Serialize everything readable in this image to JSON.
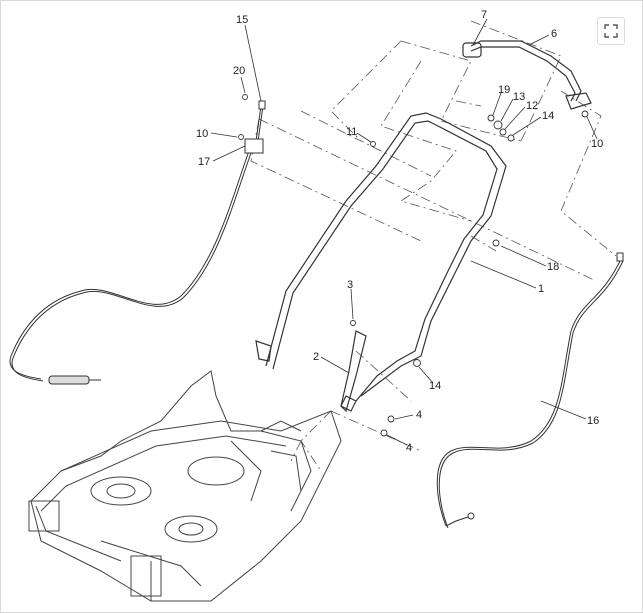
{
  "diagram": {
    "callouts": [
      {
        "id": "c15",
        "label": "15"
      },
      {
        "id": "c20",
        "label": "20"
      },
      {
        "id": "c10a",
        "label": "10"
      },
      {
        "id": "c17",
        "label": "17"
      },
      {
        "id": "c7",
        "label": "7"
      },
      {
        "id": "c6",
        "label": "6"
      },
      {
        "id": "c19",
        "label": "19"
      },
      {
        "id": "c13",
        "label": "13"
      },
      {
        "id": "c12",
        "label": "12"
      },
      {
        "id": "c14a",
        "label": "14"
      },
      {
        "id": "c10b",
        "label": "10"
      },
      {
        "id": "c11",
        "label": "11"
      },
      {
        "id": "c18",
        "label": "18"
      },
      {
        "id": "c1",
        "label": "1"
      },
      {
        "id": "c3",
        "label": "3"
      },
      {
        "id": "c2",
        "label": "2"
      },
      {
        "id": "c14b",
        "label": "14"
      },
      {
        "id": "c4a",
        "label": "4"
      },
      {
        "id": "c4b",
        "label": "4"
      },
      {
        "id": "c16",
        "label": "16"
      }
    ]
  },
  "controls": {
    "fullscreen_icon": "expand-icon"
  },
  "colors": {
    "line": "#333333",
    "dash": "#555555",
    "deck": "#444444"
  }
}
